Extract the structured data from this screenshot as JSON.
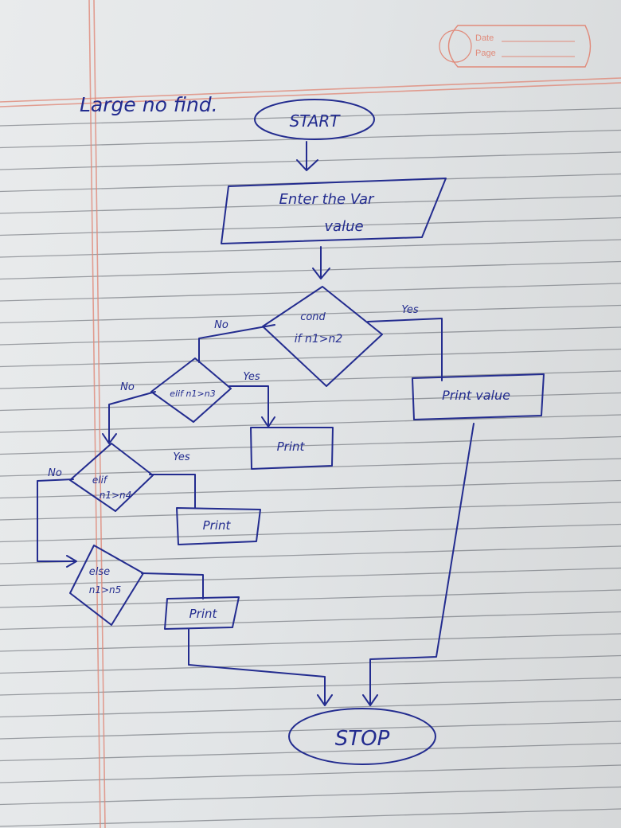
{
  "page": {
    "title": "Large no find.",
    "stamp": {
      "date_label": "Date",
      "page_label": "Page"
    }
  },
  "nodes": {
    "start": "START",
    "input_line1": "Enter  the  Var",
    "input_line2": "value",
    "cond1_top": "cond",
    "cond1_text": "if n1>n2",
    "cond2_text": "elif n1>n3",
    "cond3_line1": "elif",
    "cond3_line2": "n1>n4",
    "cond4_line1": "else",
    "cond4_line2": "n1>n5",
    "print_value": "Print value",
    "print_1": "Print",
    "print_2": "Print",
    "print_3": "Print",
    "stop": "STOP"
  },
  "edge_labels": {
    "cond1_yes": "Yes",
    "cond1_no": "No",
    "cond2_yes": "Yes",
    "cond2_no": "No",
    "cond3_yes": "Yes",
    "cond3_no": "No"
  },
  "colors": {
    "ink": "#232c8f",
    "margin": "#e08a7a",
    "paper": "#e4e6e8"
  }
}
